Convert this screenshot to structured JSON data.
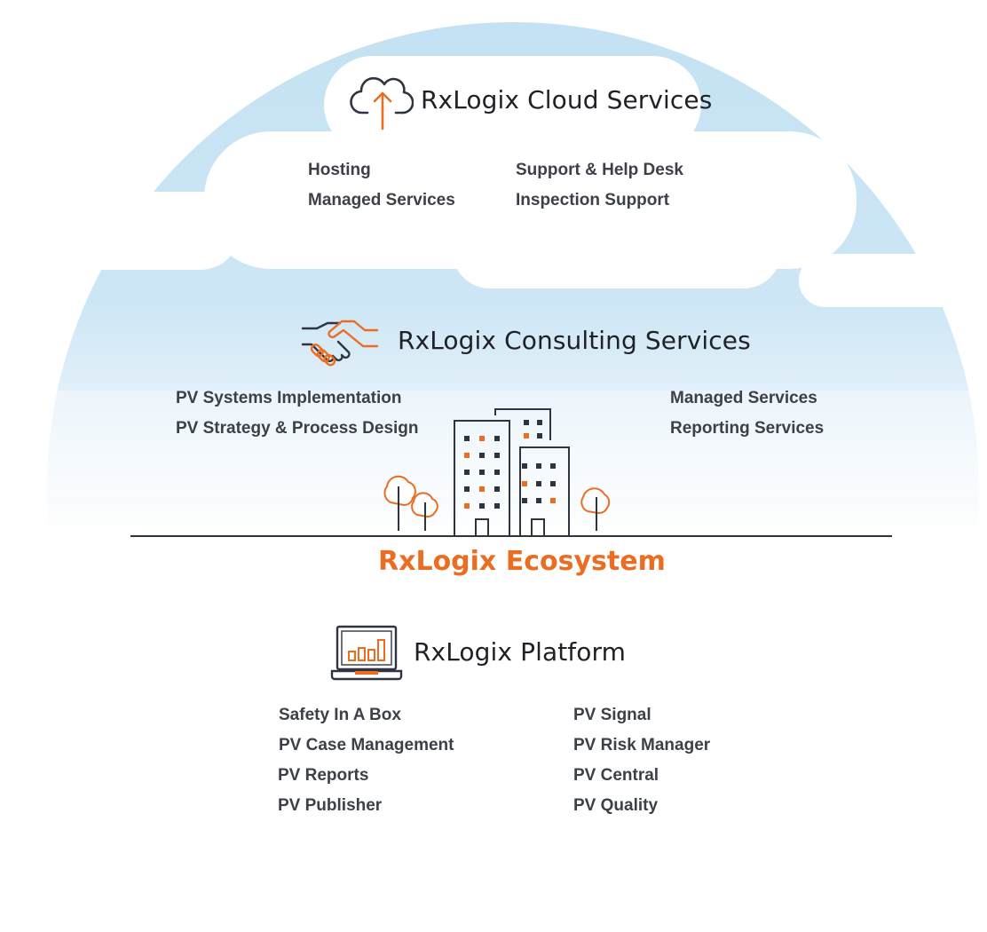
{
  "colors": {
    "accent": "#ec6d22",
    "dark": "#2f3540",
    "sky": "#c7e4f3",
    "text": "#3c4048"
  },
  "cloud_services": {
    "title": "RxLogix Cloud Services",
    "icon": "cloud-upload-icon",
    "items_left": [
      "Hosting",
      "Managed Services"
    ],
    "items_right": [
      "Support & Help Desk",
      "Inspection Support"
    ]
  },
  "consulting_services": {
    "title": "RxLogix Consulting Services",
    "icon": "handshake-icon",
    "items_left": [
      "PV Systems Implementation",
      "PV Strategy & Process Design"
    ],
    "items_right": [
      "Managed Services",
      "Reporting Services"
    ]
  },
  "ecosystem": {
    "title": "RxLogix Ecosystem",
    "icon": "city-buildings-icon"
  },
  "platform": {
    "title": "RxLogix Platform",
    "icon": "laptop-chart-icon",
    "items_left": [
      "Safety In A Box",
      "PV Case Management",
      "PV Reports",
      "PV Publisher"
    ],
    "items_right": [
      "PV Signal",
      "PV Risk Manager",
      "PV Central",
      "PV Quality"
    ]
  }
}
